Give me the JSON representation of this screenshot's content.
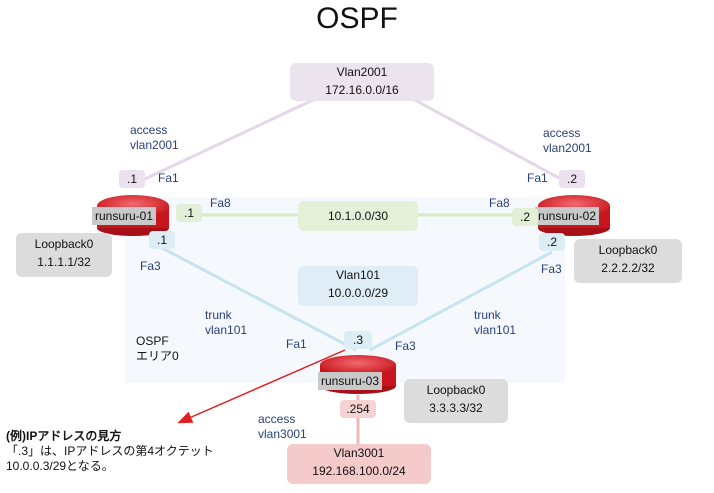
{
  "title": "OSPF",
  "networks": {
    "vlan2001": {
      "name": "Vlan2001",
      "subnet": "172.16.0.0/16"
    },
    "link": {
      "subnet": "10.1.0.0/30"
    },
    "vlan101": {
      "name": "Vlan101",
      "subnet": "10.0.0.0/29"
    },
    "vlan3001": {
      "name": "Vlan3001",
      "subnet": "192.168.100.0/24"
    }
  },
  "routers": {
    "r1": {
      "name": "runsuru-01",
      "loopback_name": "Loopback0",
      "loopback_ip": "1.1.1.1/32"
    },
    "r2": {
      "name": "runsuru-02",
      "loopback_name": "Loopback0",
      "loopback_ip": "2.2.2.2/32"
    },
    "r3": {
      "name": "runsuru-03",
      "loopback_name": "Loopback0",
      "loopback_ip": "3.3.3.3/32"
    }
  },
  "interfaces": {
    "r1_fa1": {
      "port": "Fa1",
      "ip": ".1"
    },
    "r1_fa8": {
      "port": "Fa8",
      "ip": ".1"
    },
    "r1_fa3": {
      "port": "Fa3",
      "ip": ".1"
    },
    "r2_fa1": {
      "port": "Fa1",
      "ip": ".2"
    },
    "r2_fa8": {
      "port": "Fa8",
      "ip": ".2"
    },
    "r2_fa3": {
      "port": "Fa3",
      "ip": ".2"
    },
    "r3_fa1": {
      "port": "Fa1",
      "ip": ".3"
    },
    "r3_fa3": {
      "port": "Fa3"
    },
    "r3_down": {
      "ip": ".254"
    }
  },
  "link_labels": {
    "r1_access": {
      "line1": "access",
      "line2": "vlan2001"
    },
    "r2_access": {
      "line1": "access",
      "line2": "vlan2001"
    },
    "r1_trunk": {
      "line1": "trunk",
      "line2": "vlan101"
    },
    "r2_trunk": {
      "line1": "trunk",
      "line2": "vlan101"
    },
    "r3_access": {
      "line1": "access",
      "line2": "vlan3001"
    }
  },
  "area": {
    "line1": "OSPF",
    "line2": "エリア0"
  },
  "note": {
    "heading": "(例)IPアドレスの見方",
    "line1": "「.3」は、IPアドレスの第4オクテット",
    "line2": "10.0.0.3/29となる。"
  },
  "colors": {
    "router_red": "#e0323a",
    "arrow_red": "#e02020",
    "line_purple": "#e3d7e8",
    "line_green": "#d8ebc5",
    "line_blue": "#c7e3ef",
    "line_red": "#f0b8b8",
    "area_fill": "#f5f9fd"
  }
}
